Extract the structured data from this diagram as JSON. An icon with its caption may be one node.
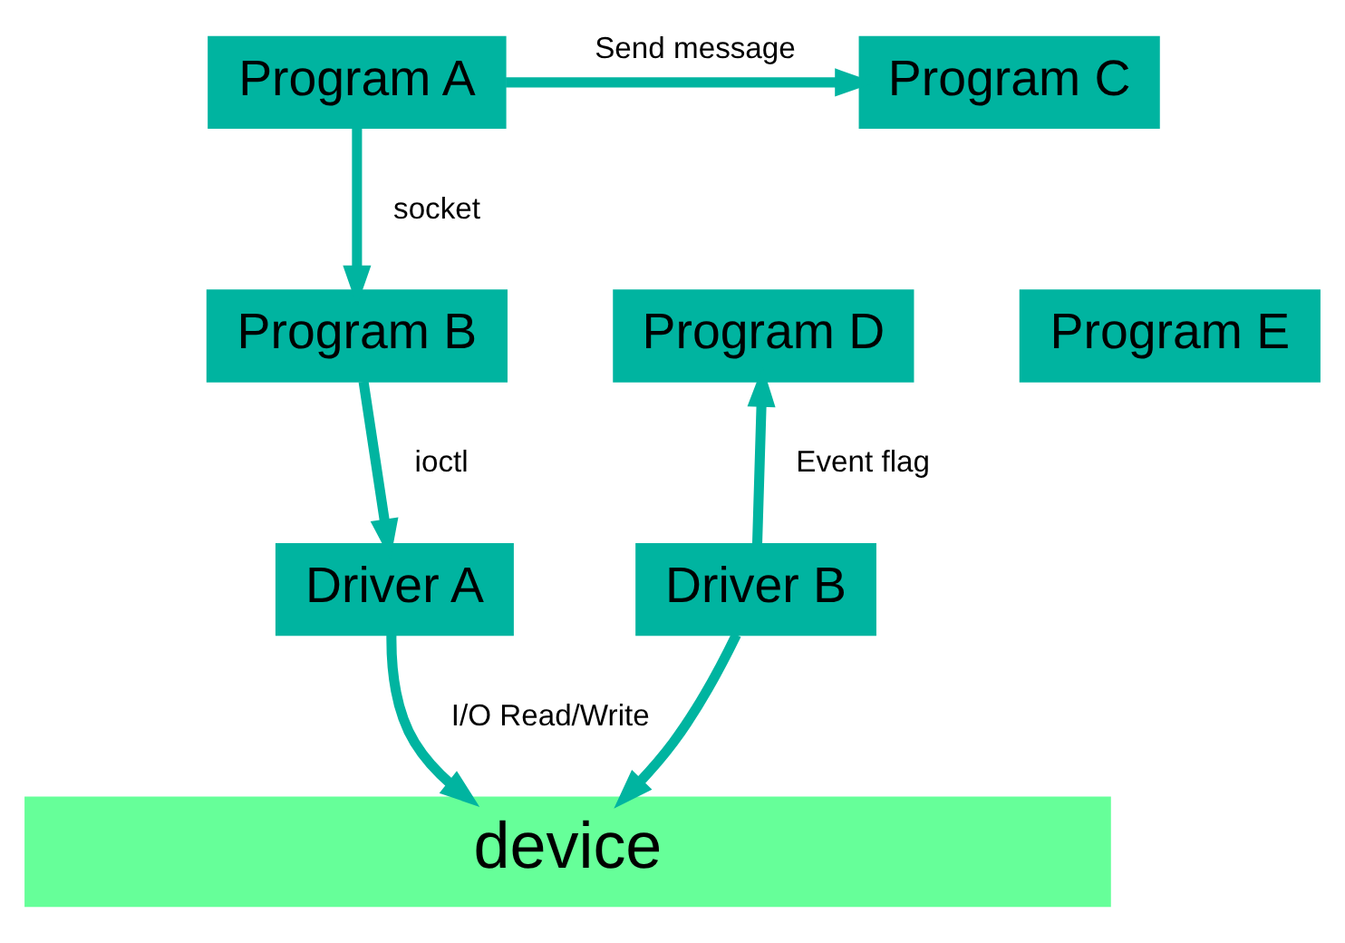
{
  "diagram": {
    "nodes": [
      {
        "text": [
          "Program A"
        ]
      },
      {
        "text": [
          "Program C"
        ]
      },
      {
        "text": [
          "Program E"
        ]
      },
      {
        "text": [
          "Program B"
        ]
      },
      {
        "text": [
          "Program D"
        ]
      },
      {
        "text": [
          "Driver A"
        ]
      },
      {
        "text": [
          "Driver B"
        ]
      },
      {
        "text": [
          "device"
        ]
      }
    ],
    "edges": [
      {
        "from": 0,
        "to": 1,
        "arrow": "to",
        "label": "Send message"
      },
      {
        "from": 0,
        "to": 3,
        "arrow": "to",
        "label": "socket"
      },
      {
        "from": 3,
        "to": 5,
        "arrow": "to",
        "label": "ioctl"
      },
      {
        "from": 6,
        "to": 4,
        "arrow": "to",
        "label": "Event flag"
      },
      {
        "from": 5,
        "to": 7,
        "arrow": "to",
        "label": "I/O Read/Write"
      },
      {
        "from": 6,
        "to": 7,
        "arrow": "to"
      }
    ]
  }
}
